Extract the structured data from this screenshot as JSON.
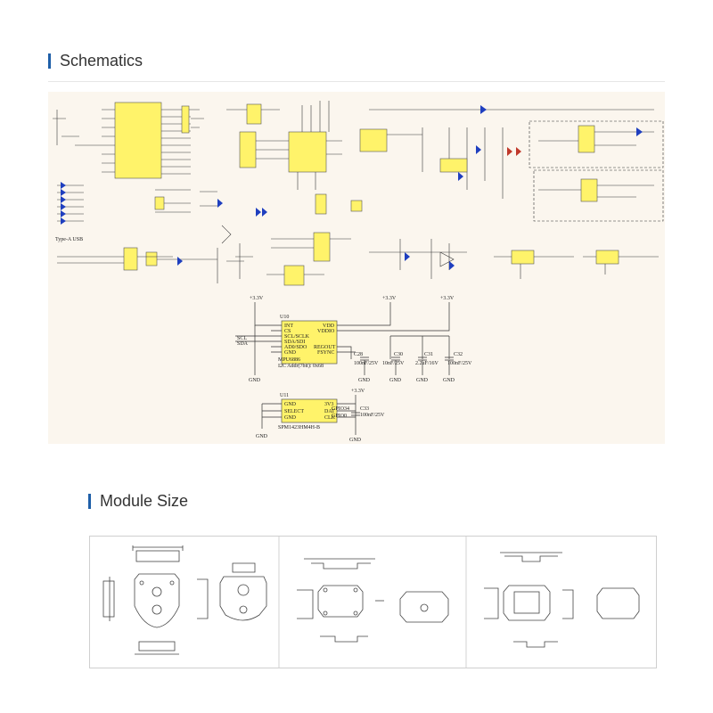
{
  "sections": {
    "schematics": {
      "title": "Schematics"
    },
    "module_size": {
      "title": "Module Size"
    }
  },
  "schematic": {
    "usb_label": "Type-A USB",
    "power_rail": "+3.3V",
    "gnd": "GND",
    "u10": {
      "ref": "U10",
      "part": "MPU6886",
      "note": "I2C Addr(7bit): 0x68",
      "pins_left": [
        "INT",
        "CS",
        "SCL/SCLK",
        "SDA/SDI",
        "AD0/SDO",
        "GND"
      ],
      "pins_right": [
        "VDD",
        "VDDIO",
        "REGOUT",
        "FSYNC"
      ],
      "nets": [
        "SCL",
        "SDA"
      ]
    },
    "u11": {
      "ref": "U11",
      "part": "SPM1423HM4H-B",
      "pins_left": [
        "GND",
        "SELECT",
        "GND"
      ],
      "pins_right": [
        "3V3",
        "DAT",
        "CLK"
      ],
      "nets": [
        "GPIO34",
        "GPIO0"
      ]
    },
    "caps": [
      {
        "ref": "C28",
        "value": "100nF/25V"
      },
      {
        "ref": "C30",
        "value": "10nF/25V"
      },
      {
        "ref": "C31",
        "value": "2.2uF/16V"
      },
      {
        "ref": "C32",
        "value": "100nF/25V"
      },
      {
        "ref": "C33",
        "value": "100nF/25V"
      }
    ]
  },
  "colors": {
    "accent": "#1f5fa8",
    "chip_fill": "#fff36a",
    "schematic_bg": "#fbf6ee"
  },
  "icons": [
    "section-bar-icon"
  ]
}
